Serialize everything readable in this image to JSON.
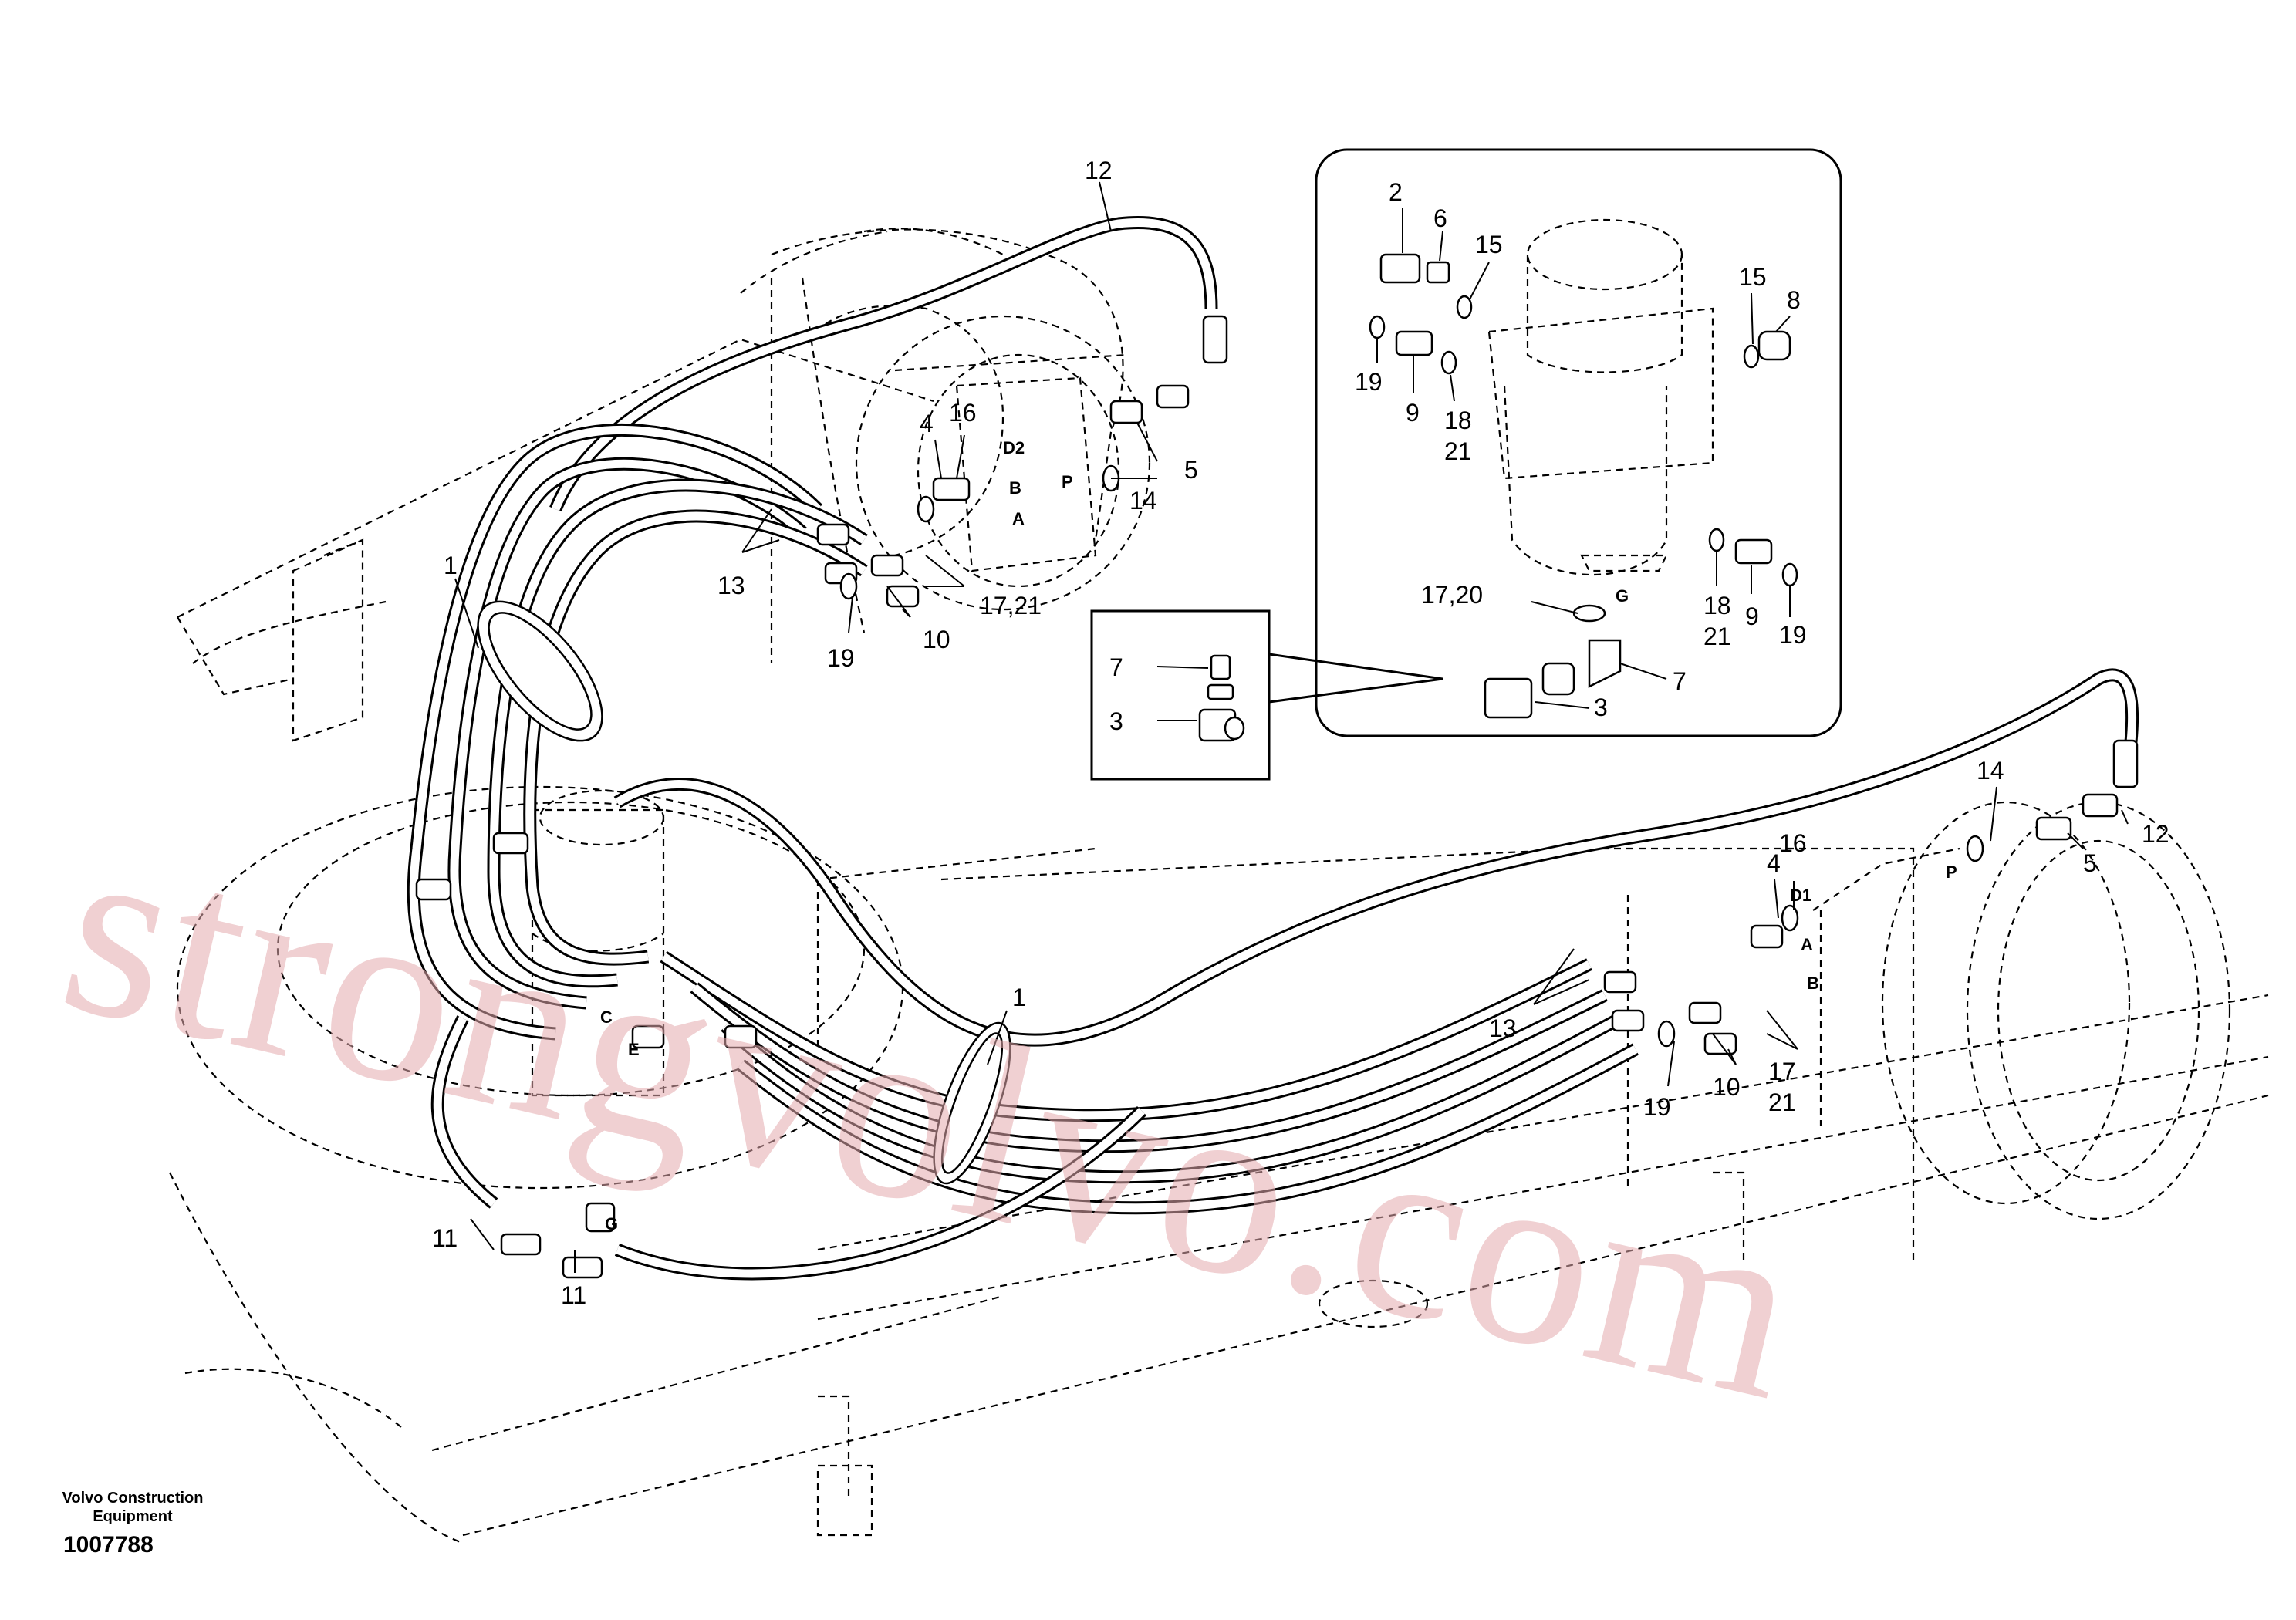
{
  "diagram": {
    "watermark": "strongvolvo.com",
    "footer": {
      "company_line1": "Volvo Construction",
      "company_line2": "Equipment",
      "drawing_number": "1007788"
    },
    "callouts": {
      "c12_top": "12",
      "c5_top": "5",
      "c14_top": "14",
      "c16_top": "16",
      "c4_top": "4",
      "c13_top": "13",
      "c1_left": "1",
      "c19_left": "19",
      "c10_left": "10",
      "c17_21_left": "17,21",
      "c11_a": "11",
      "c11_b": "11",
      "c1_mid": "1",
      "c13_right": "13",
      "c19_right": "19",
      "c10_right": "10",
      "c17_right": "17",
      "c21_right": "21",
      "c4_right": "4",
      "c16_right": "16",
      "c14_right": "14",
      "c5_right": "5",
      "c12_right": "12",
      "inset_2": "2",
      "inset_6": "6",
      "inset_15a": "15",
      "inset_15b": "15",
      "inset_8": "8",
      "inset_19a": "19",
      "inset_9a": "9",
      "inset_18a": "18",
      "inset_21a": "21",
      "inset_17_20": "17,20",
      "inset_18b": "18",
      "inset_21b": "21",
      "inset_9b": "9",
      "inset_19b": "19",
      "inset_7": "7",
      "inset_3": "3",
      "detail_7": "7",
      "detail_3": "3"
    },
    "ports": {
      "p_d2": "D2",
      "p_b_left": "B",
      "p_a_left": "A",
      "p_p_left": "P",
      "p_c": "C",
      "p_e": "E",
      "p_g_main": "G",
      "p_g_inset": "G",
      "p_p_right": "P",
      "p_d1": "D1",
      "p_a_right": "A",
      "p_b_right": "B"
    }
  }
}
